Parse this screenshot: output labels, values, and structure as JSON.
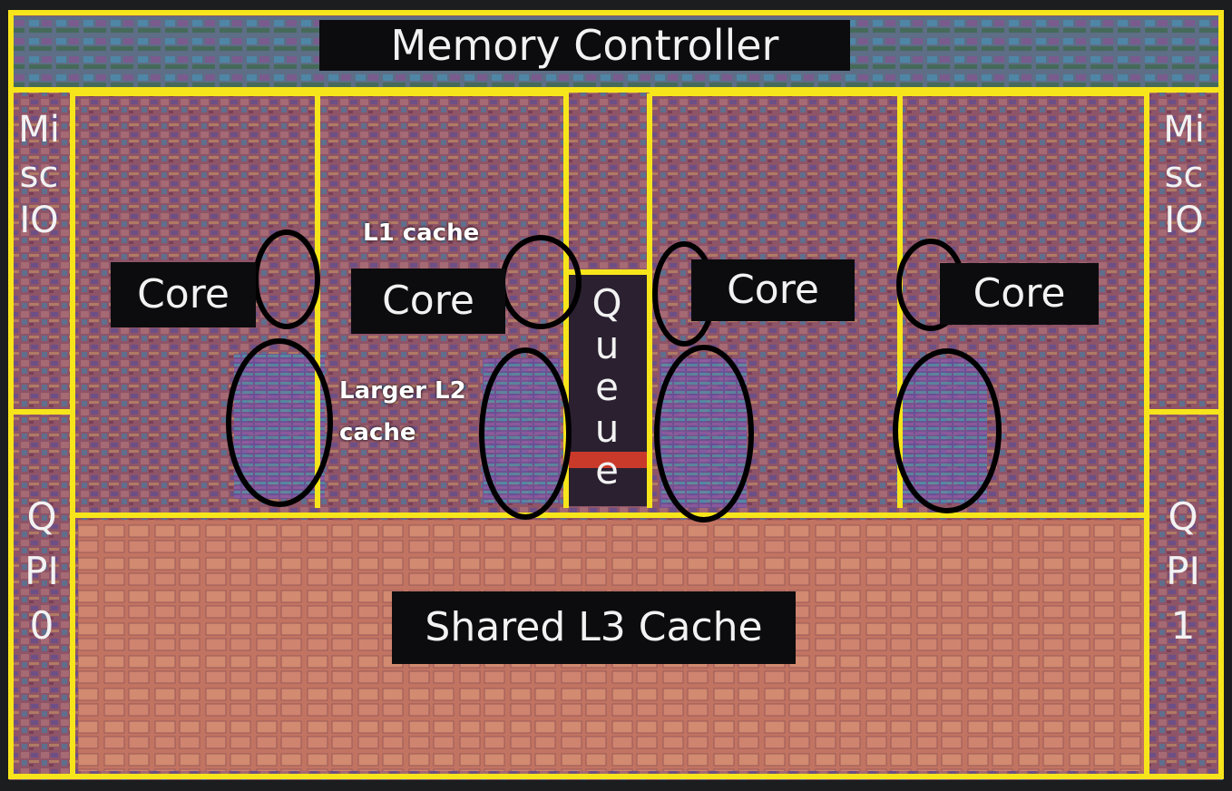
{
  "labels": {
    "memory_controller": "Memory Controller",
    "core": "Core",
    "queue": "Queue",
    "shared_l3": "Shared L3 Cache",
    "misc_io": "MiscIO",
    "qpi_0": "QPI0",
    "qpi_1": "QPI1",
    "l1_cache": "L1 cache",
    "l2_line1": "Larger L2",
    "l2_line2": "cache"
  },
  "colors": {
    "background": "#1b1d1f",
    "outline": "#f7e51b",
    "die_base": "#9a5a6a",
    "l3_fill": "#c8796a",
    "label_bg": "#0c0c0e",
    "label_text": "#f2f2f2",
    "ellipse": "#000000"
  }
}
